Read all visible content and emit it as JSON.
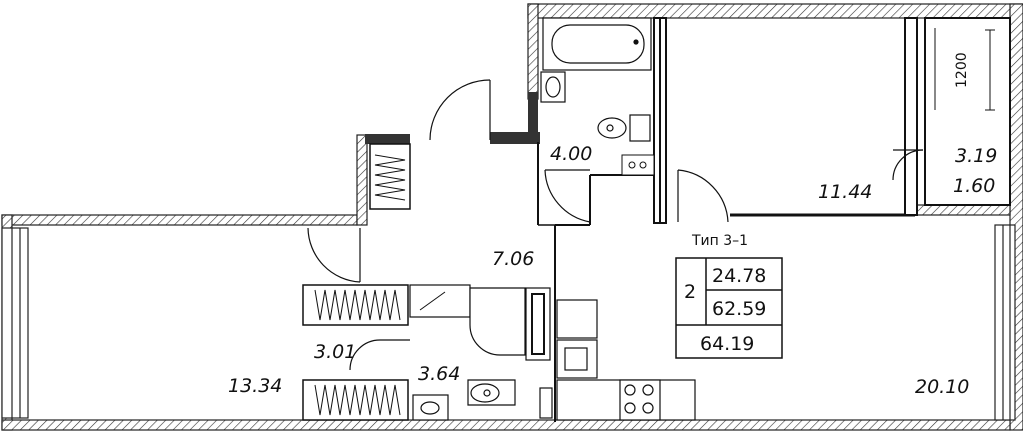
{
  "rooms": {
    "bathroom_area": "4.00",
    "bedroom_area": "11.44",
    "balcony_area_top": "3.19",
    "balcony_area_bottom": "1.60",
    "balcony_width": "1200",
    "hall_area": "7.06",
    "wc_area": "3.01",
    "bath2_area": "3.64",
    "living_area": "13.34",
    "kitchen_area": "20.10"
  },
  "summary": {
    "type_label": "Тип 3–1",
    "rooms_count": "2",
    "living_total": "24.78",
    "total_area": "62.59",
    "total_with_balcony": "64.19"
  }
}
